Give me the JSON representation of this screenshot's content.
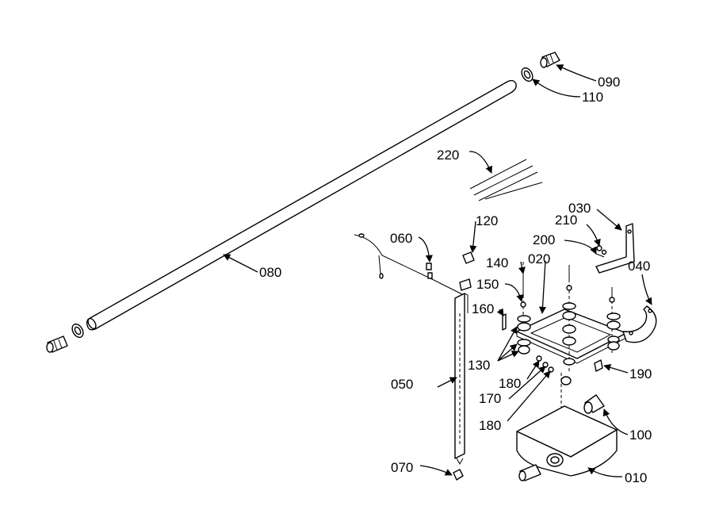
{
  "callouts": {
    "p010": "010",
    "p020": "020",
    "p030": "030",
    "p040": "040",
    "p050": "050",
    "p060": "060",
    "p070": "070",
    "p080": "080",
    "p090": "090",
    "p100": "100",
    "p110": "110",
    "p120": "120",
    "p130": "130",
    "p140": "140",
    "p150": "150",
    "p160": "160",
    "p170": "170",
    "p180a": "180",
    "p180b": "180",
    "p190": "190",
    "p200": "200",
    "p210": "210",
    "p220": "220"
  }
}
